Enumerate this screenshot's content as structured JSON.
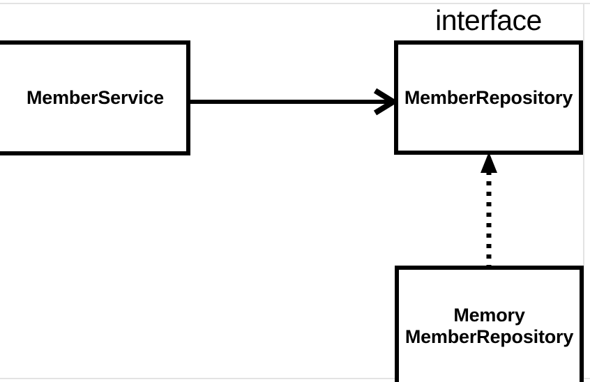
{
  "diagram": {
    "type": "uml-class-diagram",
    "title": "",
    "background_color": "#ffffff",
    "line_color": "#000000",
    "frame_color": "#e3e3e3",
    "nodes": [
      {
        "id": "member-service",
        "label": "MemberService",
        "stereotype": "",
        "shape": "rectangle",
        "bold": true
      },
      {
        "id": "member-repository",
        "label": "MemberRepository",
        "stereotype": "interface",
        "shape": "rectangle",
        "bold": true
      },
      {
        "id": "memory-member-repository",
        "label": "Memory\nMemberRepository",
        "stereotype": "",
        "shape": "rectangle",
        "bold": true
      }
    ],
    "edges": [
      {
        "id": "dependency",
        "from": "member-service",
        "to": "member-repository",
        "style": "solid",
        "arrowhead": "open-v",
        "direction": "right",
        "label": ""
      },
      {
        "id": "realization",
        "from": "memory-member-repository",
        "to": "member-repository",
        "style": "dotted",
        "arrowhead": "filled-triangle",
        "direction": "up",
        "label": ""
      }
    ]
  }
}
